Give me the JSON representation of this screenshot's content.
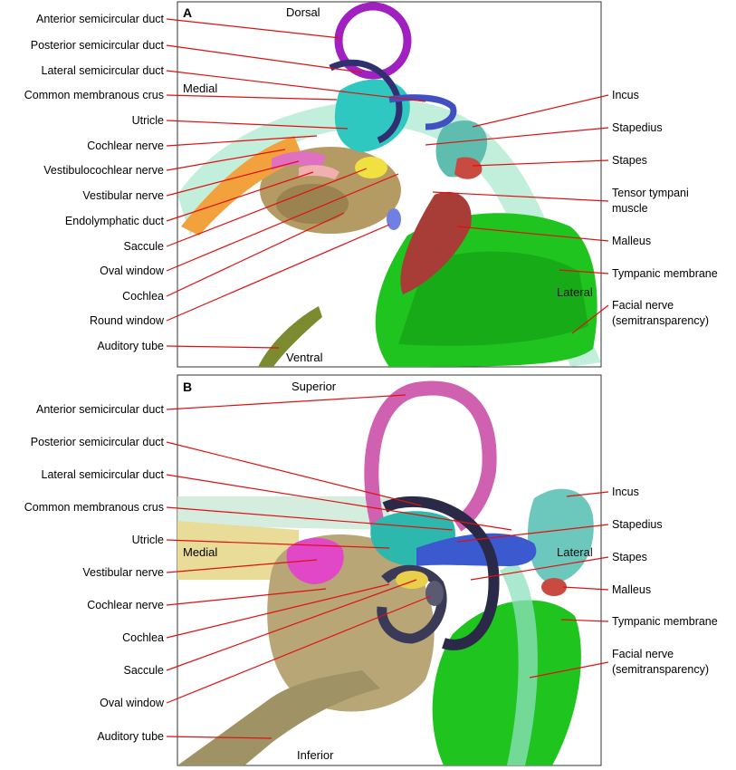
{
  "panel_a": {
    "letter": "A",
    "orientation": {
      "top": "Dorsal",
      "left": "Medial",
      "right": "Lateral",
      "bottom": "Ventral"
    },
    "left_labels": [
      "Anterior semicircular duct",
      "Posterior semicircular duct",
      "Lateral semicircular duct",
      "Common membranous crus",
      "Utricle",
      "Cochlear nerve",
      "Vestibulocochlear nerve",
      "Vestibular nerve",
      "Endolymphatic duct",
      "Saccule",
      "Oval window",
      "Cochlea",
      "Round window",
      "Auditory tube"
    ],
    "right_labels": [
      "Incus",
      "Stapedius",
      "Stapes",
      "Tensor tympani",
      "muscle",
      "Malleus",
      "Tympanic membrane",
      "Facial nerve",
      "(semitransparency)"
    ]
  },
  "panel_b": {
    "letter": "B",
    "orientation": {
      "top": "Superior",
      "left": "Medial",
      "right": "Lateral",
      "bottom": "Inferior"
    },
    "left_labels": [
      "Anterior semicircular duct",
      "Posterior semicircular duct",
      "Lateral semicircular duct",
      "Common membranous crus",
      "Utricle",
      "Vestibular nerve",
      "Cochlear nerve",
      "Cochlea",
      "Saccule",
      "Oval window",
      "Auditory tube"
    ],
    "right_labels": [
      "Incus",
      "Stapedius",
      "Stapes",
      "Malleus",
      "Tympanic membrane",
      "Facial nerve",
      "(semitransparency)"
    ]
  }
}
